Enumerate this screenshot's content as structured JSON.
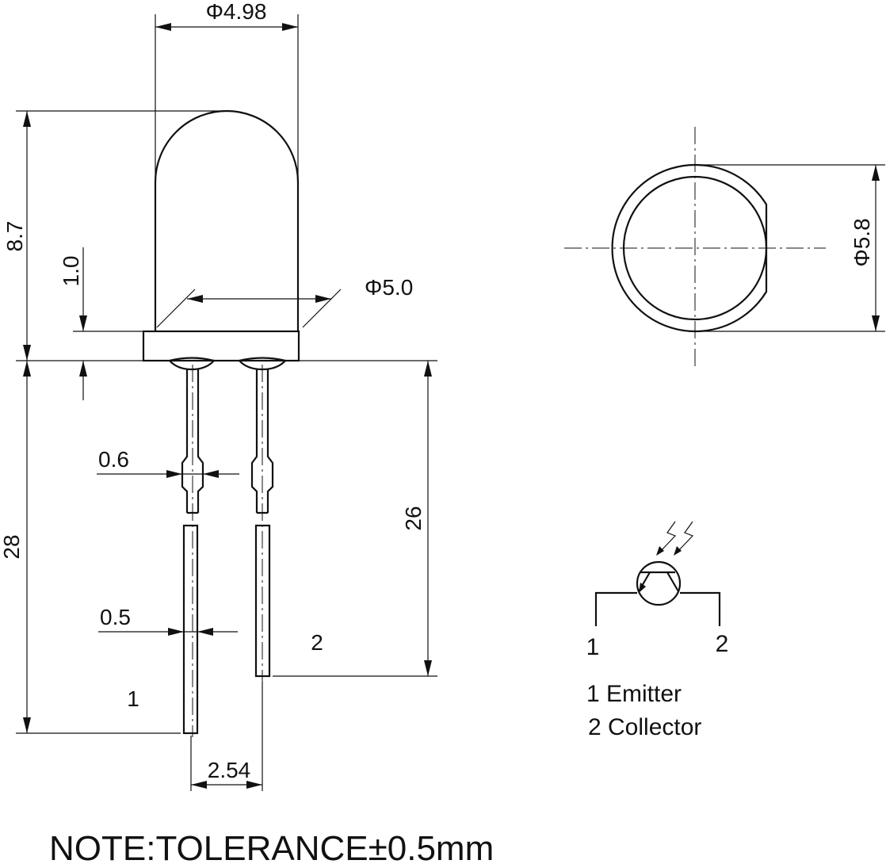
{
  "dimensions": {
    "lens_diameter": "Φ4.98",
    "overall_height": "8.7",
    "flange_height": "1.0",
    "body_diameter": "Φ5.0",
    "flange_diameter": "Φ5.8",
    "lead_width_upper": "0.6",
    "lead_width_lower": "0.5",
    "lead_length_long": "28",
    "lead_length_short": "26",
    "lead_spacing": "2.54"
  },
  "pins": {
    "pin1": "1",
    "pin2": "2"
  },
  "schematic": {
    "pin1": "1",
    "pin2": "2",
    "legend_1": "1 Emitter",
    "legend_2": "2 Collector"
  },
  "note": "NOTE:TOLERANCE±0.5mm"
}
